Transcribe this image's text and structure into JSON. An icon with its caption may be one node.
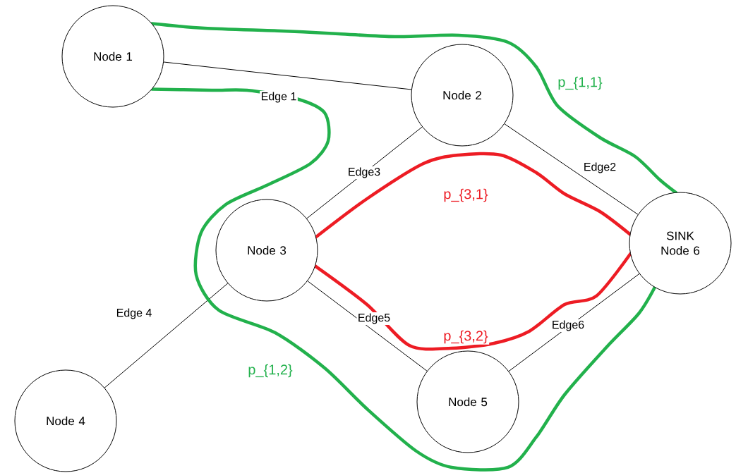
{
  "diagram": {
    "nodes": [
      {
        "text": [
          "Node 1"
        ]
      },
      {
        "text": [
          "Node 2"
        ]
      },
      {
        "text": [
          "Node 3"
        ]
      },
      {
        "text": [
          "Node 4"
        ]
      },
      {
        "text": [
          "Node 5"
        ]
      },
      {
        "text": [
          "SINK Node 6"
        ]
      }
    ],
    "edges": [
      {
        "from": 0,
        "to": 1,
        "arrow": "none",
        "label": "Edge 1"
      },
      {
        "from": 1,
        "to": 5,
        "arrow": "none",
        "label": "Edge2"
      },
      {
        "from": 1,
        "to": 2,
        "arrow": "none",
        "label": "Edge3"
      },
      {
        "from": 2,
        "to": 3,
        "arrow": "none",
        "label": "Edge 4"
      },
      {
        "from": 2,
        "to": 4,
        "arrow": "none",
        "label": "Edge5"
      },
      {
        "from": 4,
        "to": 5,
        "arrow": "none",
        "label": "Edge6"
      },
      {
        "from": 0,
        "to": 5,
        "arrow": "none",
        "label": "p_{1,1}",
        "style": "thick",
        "color": "#22b14c"
      },
      {
        "from": 0,
        "to": 5,
        "arrow": "none",
        "label": "p_{1,2}",
        "style": "thick",
        "color": "#22b14c"
      },
      {
        "from": 2,
        "to": 5,
        "arrow": "none",
        "label": "p_{3,1}",
        "style": "thick",
        "color": "#ed1c24"
      },
      {
        "from": 2,
        "to": 5,
        "arrow": "none",
        "label": "p_{3,2}",
        "style": "thick",
        "color": "#ed1c24"
      }
    ]
  }
}
